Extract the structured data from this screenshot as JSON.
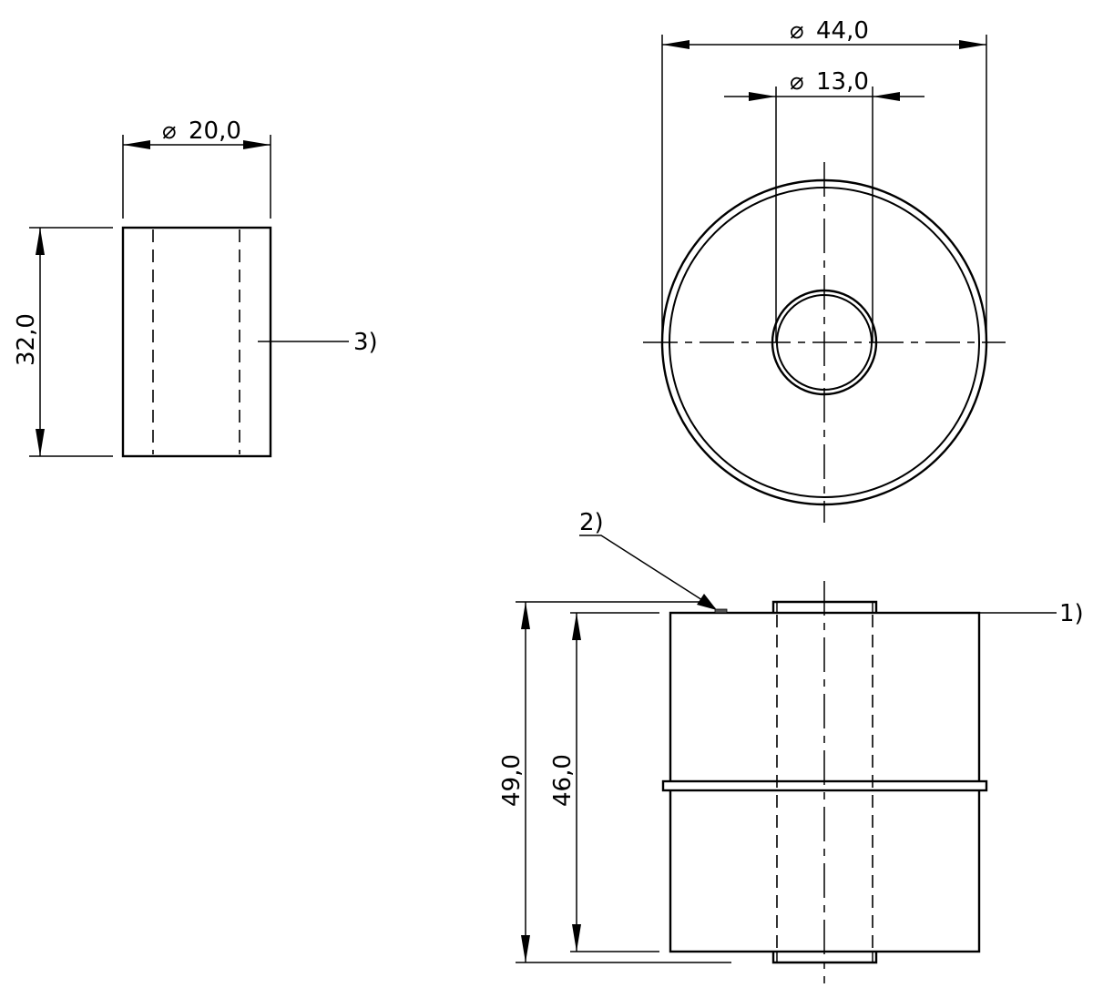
{
  "drawing": {
    "type": "technical-drawing",
    "units": "mm",
    "background": "#ffffff",
    "line_color": "#000000"
  },
  "part_left": {
    "label": "3)",
    "dimensions": {
      "diameter": "20,0",
      "height": "32,0"
    }
  },
  "top_view": {
    "dimensions": {
      "outer_diameter": "44,0",
      "inner_diameter": "13,0"
    }
  },
  "front_view": {
    "labels": {
      "item1": "1)",
      "item2": "2)"
    },
    "dimensions": {
      "total_height": "49,0",
      "body_height": "46,0"
    }
  },
  "symbols": {
    "diameter": "⌀"
  }
}
